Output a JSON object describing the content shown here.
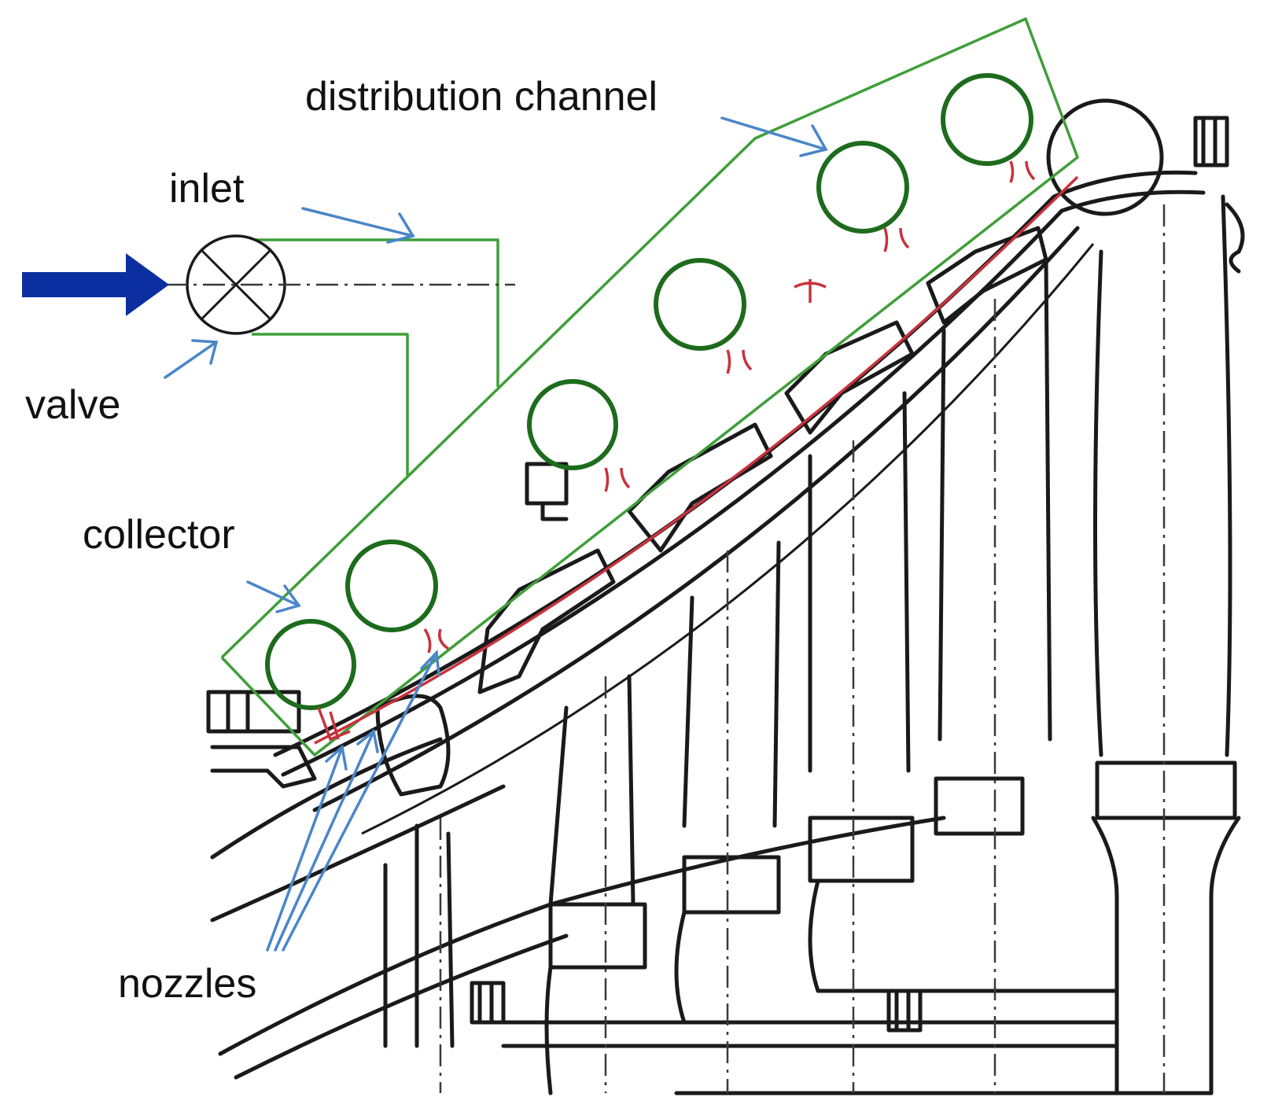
{
  "labels": {
    "distribution_channel": "distribution channel",
    "inlet": "inlet",
    "valve": "valve",
    "collector": "collector",
    "nozzles": "nozzles"
  },
  "colors": {
    "channel_green": "#3f9e3a",
    "collector_ring": "#1d6b1d",
    "nozzle_red": "#c8323c",
    "pointer_arrow": "#4a86c8",
    "inlet_arrow": "#0b2fa0",
    "drawing_ink": "#1a1a1a"
  },
  "icons": {
    "inlet_flow": "thick-right-arrow",
    "valve": "circle-x-valve-icon"
  }
}
